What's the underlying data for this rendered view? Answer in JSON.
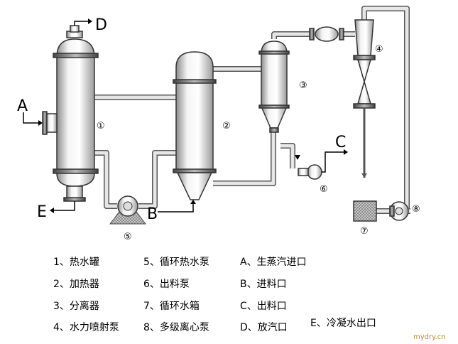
{
  "points": {
    "A": "A",
    "B": "B",
    "C": "C",
    "D": "D",
    "E": "E"
  },
  "units": {
    "u1": "①",
    "u2": "②",
    "u3": "③",
    "u4": "④",
    "u5": "⑤",
    "u6": "⑥",
    "u7": "⑦",
    "u8": "⑧"
  },
  "legend": {
    "col1": [
      "1、热水罐",
      "2、加热器",
      "3、分离器",
      "4、水力喷射泵"
    ],
    "col2": [
      "5、循环热水泵",
      "6、出料泵",
      "7、循环水箱",
      "8、多级离心泵"
    ],
    "col3": [
      "A、生蒸汽进口",
      "B、进料口",
      "C、出料口",
      "D、放汽口"
    ],
    "extra": "E、冷凝水出口"
  },
  "watermark": "mydry.cn"
}
